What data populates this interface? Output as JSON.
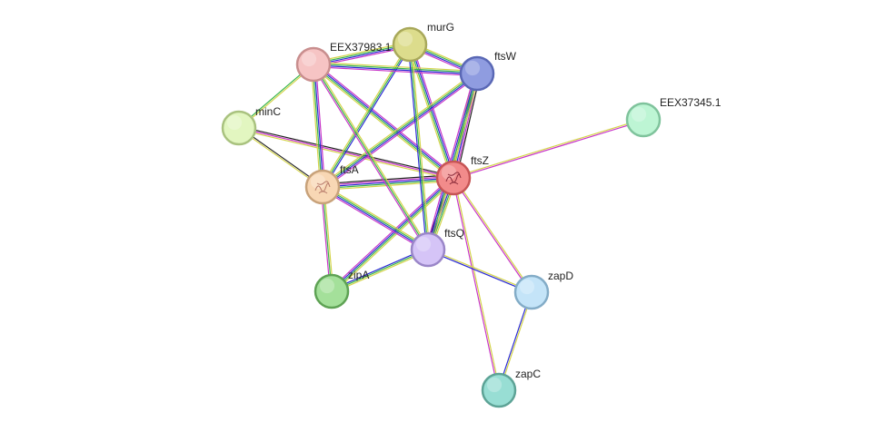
{
  "network": {
    "nodes": [
      {
        "id": "ftsZ",
        "label": "ftsZ",
        "fill": "#f28b8b",
        "stroke": "#c65555",
        "query": true
      },
      {
        "id": "ftsA",
        "label": "ftsA",
        "fill": "#f8d7b4",
        "stroke": "#c8a27a",
        "query": false
      },
      {
        "id": "ftsW",
        "label": "ftsW",
        "fill": "#8f9ce0",
        "stroke": "#5a68b5",
        "query": false
      },
      {
        "id": "murG",
        "label": "murG",
        "fill": "#dcdc8c",
        "stroke": "#a8a85a",
        "query": false
      },
      {
        "id": "EEX37983.1",
        "label": "EEX37983.1",
        "fill": "#f6c4c4",
        "stroke": "#c88e8e",
        "query": false
      },
      {
        "id": "minC",
        "label": "minC",
        "fill": "#e2f6c0",
        "stroke": "#a9c27f",
        "query": false
      },
      {
        "id": "EEX37345.1",
        "label": "EEX37345.1",
        "fill": "#bdf5d4",
        "stroke": "#7fc39c",
        "query": false
      },
      {
        "id": "ftsQ",
        "label": "ftsQ",
        "fill": "#d5c4f7",
        "stroke": "#9a86c8",
        "query": false
      },
      {
        "id": "zipA",
        "label": "zipA",
        "fill": "#a4e09a",
        "stroke": "#5ea254",
        "query": false
      },
      {
        "id": "zapD",
        "label": "zapD",
        "fill": "#c4e4f8",
        "stroke": "#83acc7",
        "query": false
      },
      {
        "id": "zapC",
        "label": "zapC",
        "fill": "#98ded4",
        "stroke": "#5da396",
        "query": false
      }
    ],
    "edges": [
      {
        "source": "ftsZ",
        "target": "ftsA",
        "colors": [
          "#d4d44a",
          "#3ab54a",
          "#2b2bd4",
          "#c837c8",
          "#222222"
        ]
      },
      {
        "source": "ftsZ",
        "target": "ftsW",
        "colors": [
          "#d4d44a",
          "#3ab54a",
          "#2b2bd4",
          "#c837c8",
          "#222222"
        ]
      },
      {
        "source": "ftsZ",
        "target": "murG",
        "colors": [
          "#d4d44a",
          "#3ab54a",
          "#2b2bd4",
          "#c837c8"
        ]
      },
      {
        "source": "ftsZ",
        "target": "EEX37983.1",
        "colors": [
          "#d4d44a",
          "#3ab54a",
          "#2b2bd4",
          "#c837c8"
        ]
      },
      {
        "source": "ftsZ",
        "target": "minC",
        "colors": [
          "#d4d44a",
          "#c837c8",
          "#222222"
        ]
      },
      {
        "source": "ftsZ",
        "target": "EEX37345.1",
        "colors": [
          "#d4d44a",
          "#c837c8"
        ]
      },
      {
        "source": "ftsZ",
        "target": "ftsQ",
        "colors": [
          "#d4d44a",
          "#3ab54a",
          "#2b2bd4",
          "#c837c8",
          "#222222"
        ]
      },
      {
        "source": "ftsZ",
        "target": "zipA",
        "colors": [
          "#d4d44a",
          "#3ab54a",
          "#2b2bd4",
          "#c837c8"
        ]
      },
      {
        "source": "ftsZ",
        "target": "zapD",
        "colors": [
          "#d4d44a",
          "#c837c8"
        ]
      },
      {
        "source": "ftsZ",
        "target": "zapC",
        "colors": [
          "#d4d44a",
          "#c837c8"
        ]
      },
      {
        "source": "ftsA",
        "target": "ftsW",
        "colors": [
          "#d4d44a",
          "#3ab54a",
          "#2b2bd4",
          "#c837c8"
        ]
      },
      {
        "source": "ftsA",
        "target": "murG",
        "colors": [
          "#d4d44a",
          "#3ab54a",
          "#2b2bd4"
        ]
      },
      {
        "source": "ftsA",
        "target": "EEX37983.1",
        "colors": [
          "#d4d44a",
          "#3ab54a",
          "#2b2bd4",
          "#c837c8"
        ]
      },
      {
        "source": "ftsA",
        "target": "minC",
        "colors": [
          "#d4d44a",
          "#222222"
        ]
      },
      {
        "source": "ftsA",
        "target": "ftsQ",
        "colors": [
          "#d4d44a",
          "#3ab54a",
          "#2b2bd4",
          "#c837c8"
        ]
      },
      {
        "source": "ftsA",
        "target": "zipA",
        "colors": [
          "#d4d44a",
          "#3ab54a",
          "#c837c8"
        ]
      },
      {
        "source": "EEX37983.1",
        "target": "murG",
        "colors": [
          "#d4d44a",
          "#3ab54a",
          "#2b2bd4",
          "#c837c8"
        ]
      },
      {
        "source": "EEX37983.1",
        "target": "ftsW",
        "colors": [
          "#d4d44a",
          "#3ab54a",
          "#2b2bd4",
          "#c837c8"
        ]
      },
      {
        "source": "EEX37983.1",
        "target": "ftsQ",
        "colors": [
          "#d4d44a",
          "#3ab54a",
          "#c837c8"
        ]
      },
      {
        "source": "EEX37983.1",
        "target": "minC",
        "colors": [
          "#d4d44a",
          "#3ab54a"
        ]
      },
      {
        "source": "murG",
        "target": "ftsW",
        "colors": [
          "#d4d44a",
          "#3ab54a",
          "#2b2bd4",
          "#c837c8"
        ]
      },
      {
        "source": "murG",
        "target": "ftsQ",
        "colors": [
          "#d4d44a",
          "#3ab54a",
          "#2b2bd4"
        ]
      },
      {
        "source": "ftsW",
        "target": "ftsQ",
        "colors": [
          "#d4d44a",
          "#3ab54a",
          "#2b2bd4",
          "#c837c8"
        ]
      },
      {
        "source": "ftsQ",
        "target": "zipA",
        "colors": [
          "#d4d44a",
          "#3ab54a",
          "#2b2bd4"
        ]
      },
      {
        "source": "ftsQ",
        "target": "zapD",
        "colors": [
          "#d4d44a",
          "#2b2bd4"
        ]
      },
      {
        "source": "zapD",
        "target": "zapC",
        "colors": [
          "#d4d44a",
          "#2b2bd4"
        ]
      }
    ]
  }
}
